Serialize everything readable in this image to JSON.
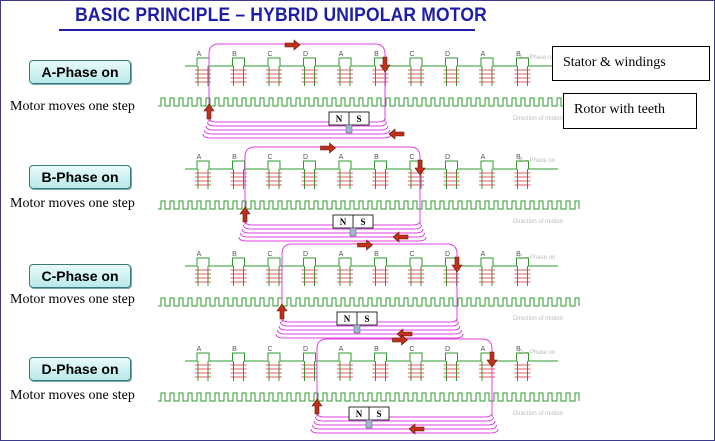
{
  "title": "BASIC PRINCIPLE – HYBRID UNIPOLAR MOTOR",
  "callouts": {
    "stator": "Stator & windings",
    "rotor": "Rotor with teeth"
  },
  "pole_letters": [
    "A",
    "B",
    "C",
    "D"
  ],
  "magnet_labels": [
    "N",
    "S"
  ],
  "panels": [
    {
      "phase": "A-Phase on",
      "step": "Motor moves one step",
      "legend": "A – Phase on",
      "motion": "Direction of motion"
    },
    {
      "phase": "B-Phase on",
      "step": "Motor moves one step",
      "legend": "B – Phase on",
      "motion": "Direction of motion"
    },
    {
      "phase": "C-Phase on",
      "step": "Motor moves one step",
      "legend": "C – Phase on",
      "motion": "Direction of motion"
    },
    {
      "phase": "D-Phase on",
      "step": "Motor moves one step",
      "legend": "D – Phase on",
      "motion": "Direction of motion"
    }
  ],
  "colors": {
    "title": "#1d1da6",
    "stator": "#2e9a2e",
    "coil": "#d23a3a",
    "flux": "#e040e0",
    "arrow": "#c0301a",
    "phase_box": "#b9e9e9"
  }
}
